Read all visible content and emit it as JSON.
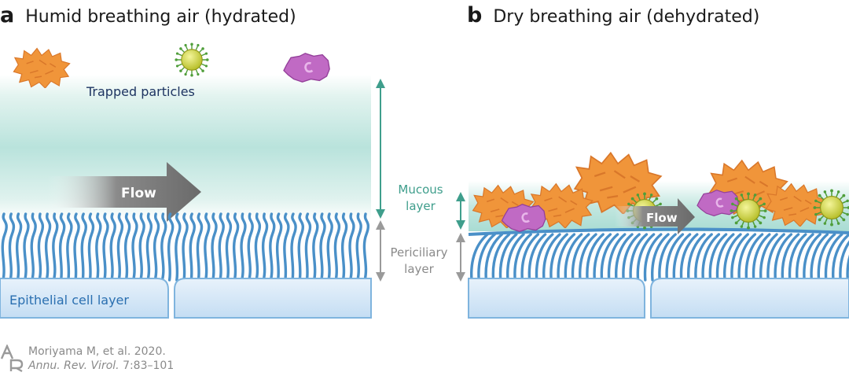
{
  "panel_a": {
    "letter": "a",
    "title": "Humid breathing air (hydrated)",
    "trapped_label": "Trapped particles",
    "flow_label": "Flow",
    "epithelial_label": "Epithelial cell layer"
  },
  "panel_b": {
    "letter": "b",
    "title": "Dry breathing air (dehydrated)",
    "flow_label": "Flow"
  },
  "side_labels": {
    "mucous_line1": "Mucous",
    "mucous_line2": "layer",
    "periciliary_line1": "Periciliary",
    "periciliary_line2": "layer"
  },
  "citation": {
    "authors": "Moriyama M, et al. 2020.",
    "journal": "Annu. Rev. Virol.",
    "pages": "7:83–101"
  },
  "colors": {
    "mucus": "#b9e3dc",
    "cilia": "#4a90c8",
    "cell": "#cfe4f6",
    "cell_border": "#7fb4de",
    "particle_orange": "#f0953a",
    "particle_purple": "#b35ab9",
    "virus": "#c9d33a",
    "virus_spike": "#4f9e3a",
    "flow_arrow": "#707070",
    "mucous_arrow": "#3f9e8c",
    "periciliary_arrow": "#9a9a9a"
  }
}
